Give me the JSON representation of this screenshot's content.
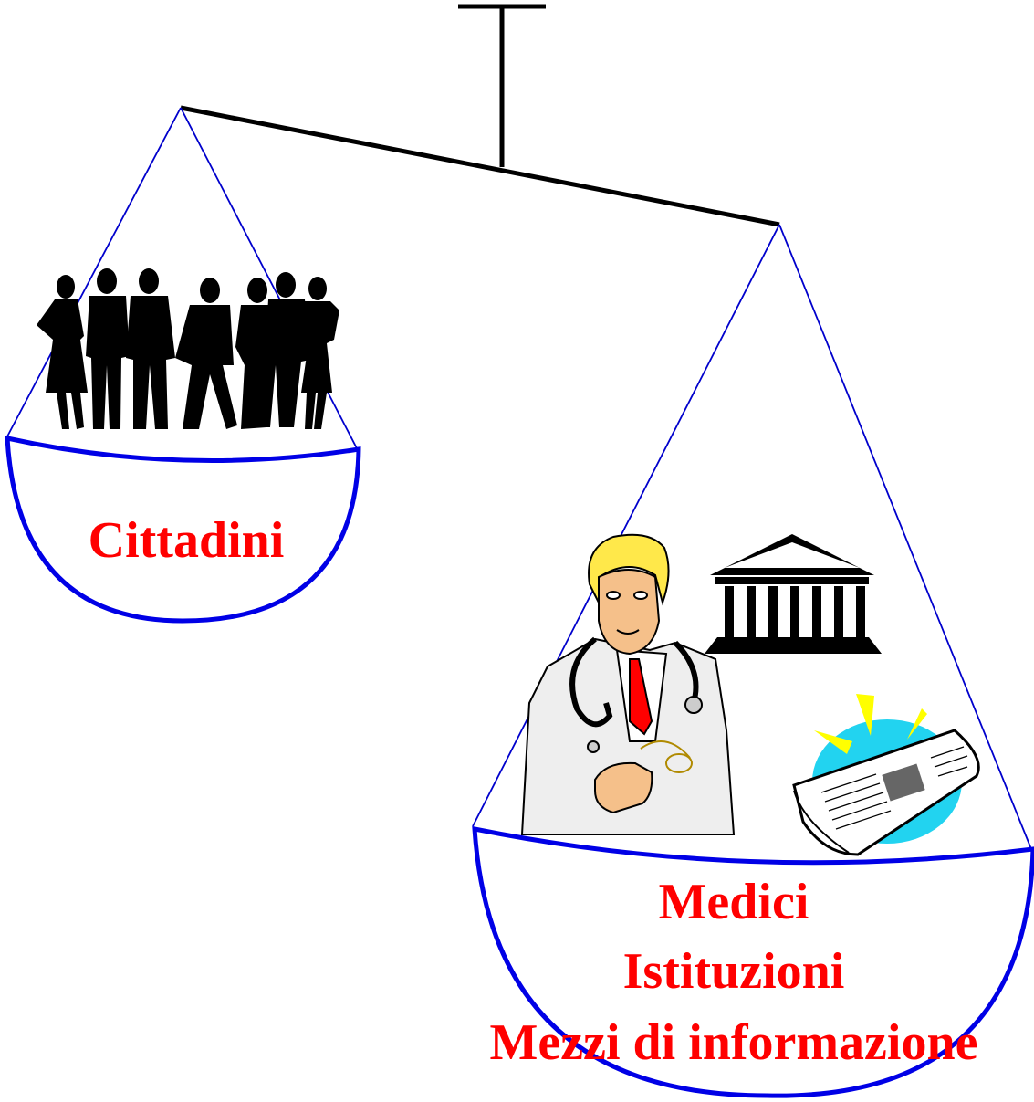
{
  "colors": {
    "beam": "#000000",
    "strings": "#0000cc",
    "pan": "#0000e6",
    "label": "#ff0000",
    "silhouette": "#000000",
    "hair": "#ffe84a",
    "skin": "#f5c08a",
    "coat": "#eeeeee",
    "tie": "#ff0000",
    "burst": "#22d3f0",
    "rays": "#ffff00"
  },
  "left_pan": {
    "labels": [
      "Cittadini"
    ],
    "icon": "people-silhouettes-icon"
  },
  "right_pan": {
    "labels": [
      "Medici",
      "Istituzioni",
      "Mezzi di informazione"
    ],
    "icons": [
      "doctor-icon",
      "institution-building-icon",
      "newspaper-icon"
    ]
  }
}
